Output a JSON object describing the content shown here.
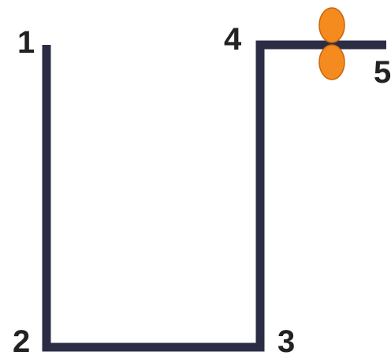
{
  "diagram": {
    "points": [
      {
        "label": "1"
      },
      {
        "label": "2"
      },
      {
        "label": "3"
      },
      {
        "label": "4"
      },
      {
        "label": "5"
      }
    ],
    "edge_fragment": ")",
    "colors": {
      "wire": "#2b2d45",
      "marker": "#f58a1f",
      "marker_outline": "#c9650b",
      "text": "#222222"
    }
  }
}
